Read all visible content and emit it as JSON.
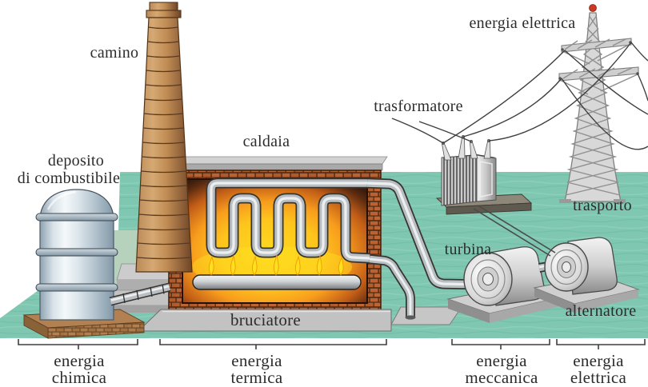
{
  "labels": {
    "camino": "camino",
    "deposito_line1": "deposito",
    "deposito_line2": "di combustibile",
    "caldaia": "caldaia",
    "bruciatore": "bruciatore",
    "trasformatore": "trasformatore",
    "energia_elettrica_top": "energia elettrica",
    "trasporto": "trasporto",
    "turbina": "turbina",
    "alternatore": "alternatore"
  },
  "energy_stages": [
    {
      "line1": "energia",
      "line2": "chimica"
    },
    {
      "line1": "energia",
      "line2": "termica"
    },
    {
      "line1": "energia",
      "line2": "meccanica"
    },
    {
      "line1": "energia",
      "line2": "elettrica"
    }
  ],
  "colors": {
    "ground_teal": "#7fc7b1",
    "brick_orange": "#b65f2e",
    "fire_yellow": "#ffd71e",
    "fire_orange": "#f08020",
    "steel_silver": "#c9ced2",
    "chimney_brown": "#c08c55",
    "pylon_red": "#c63a21",
    "text": "#2c2c2c"
  }
}
